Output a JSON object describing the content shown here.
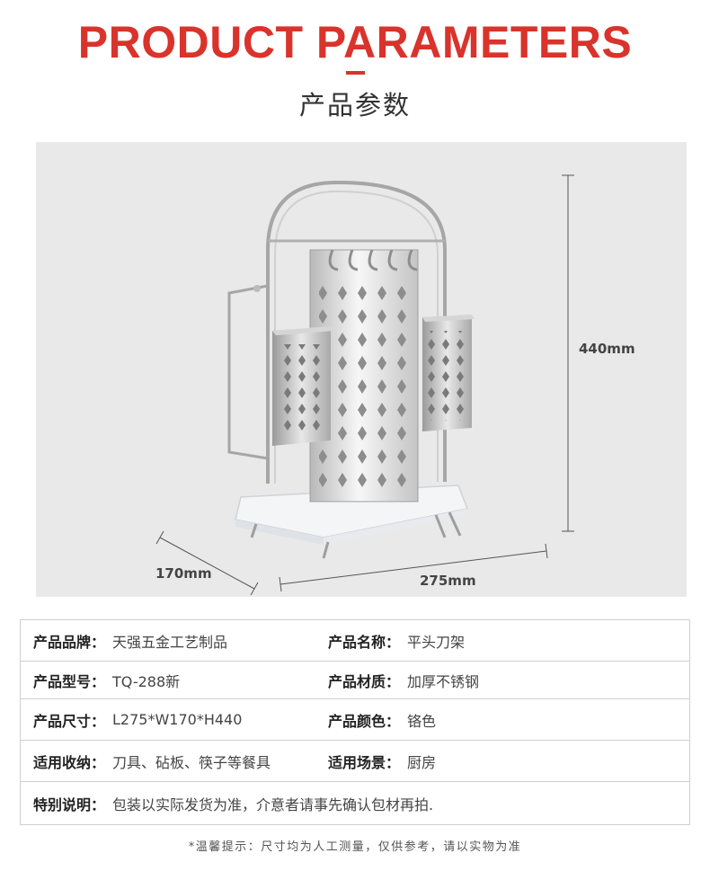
{
  "header": {
    "title_en": "PRODUCT PARAMETERS",
    "title_cn": "产品参数"
  },
  "dimensions": {
    "height": "440mm",
    "depth": "170mm",
    "length": "275mm"
  },
  "params": {
    "brand_label": "产品品牌：",
    "brand_value": "天强五金工艺制品",
    "name_label": "产品名称：",
    "name_value": "平头刀架",
    "model_label": "产品型号：",
    "model_value": "TQ-288新",
    "material_label": "产品材质：",
    "material_value": "加厚不锈钢",
    "size_label": "产品尺寸：",
    "size_value": "L275*W170*H440",
    "color_label": "产品颜色：",
    "color_value": "铬色",
    "usage_label": "适用收纳：",
    "usage_value": "刀具、砧板、筷子等餐具",
    "scene_label": "适用场景：",
    "scene_value": "厨房",
    "note_label": "特别说明：",
    "note_value": "包装以实际发货为准，介意者请事先确认包材再拍."
  },
  "footnote": "*温馨提示：尺寸均为人工测量，仅供参考，请以实物为准",
  "colors": {
    "accent": "#d9332c",
    "photo_bg": "#e9e9e9",
    "border": "#cfcfcf"
  }
}
